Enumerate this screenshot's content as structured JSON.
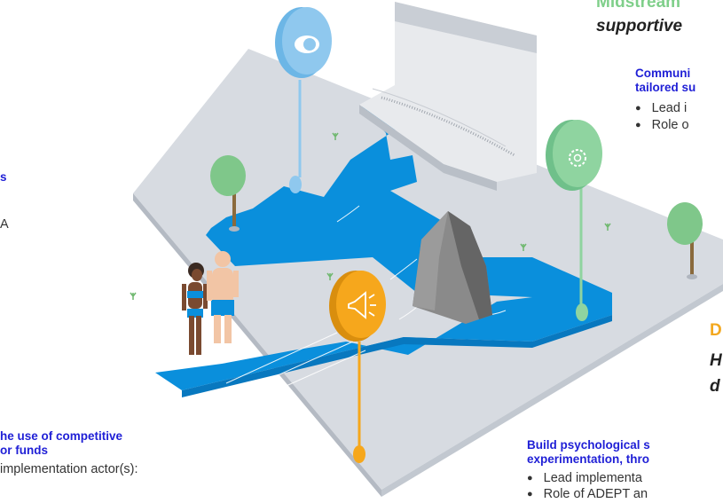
{
  "top_right": {
    "heading": "Midstream",
    "subheading": "supportive",
    "subtitle_line1": "Communi",
    "subtitle_line2": "tailored su",
    "bullets": [
      "Lead i",
      "Role o"
    ]
  },
  "left": {
    "fragment_s": "s",
    "fragment_a": "A"
  },
  "bottom_left": {
    "line1": "he use of competitive",
    "line2": "or funds",
    "line3": "implementation actor(s):"
  },
  "bottom_right": {
    "heading": "D",
    "italic1": "H",
    "italic2": "d",
    "bold1": "Build psychological s",
    "bold2": "experimentation, thro",
    "bullets": [
      "Lead implementa",
      "Role of ADEPT an"
    ]
  },
  "colors": {
    "water": "#0a8fdc",
    "ground": "#d7dbe1",
    "pin_blue": "#8fc8ee",
    "pin_green": "#8fd4a0",
    "pin_orange": "#f6a71c",
    "rock": "#7a7a7a",
    "tree": "#7fc78a"
  },
  "icons": [
    "toggle-icon",
    "gear-icon",
    "megaphone-icon"
  ]
}
